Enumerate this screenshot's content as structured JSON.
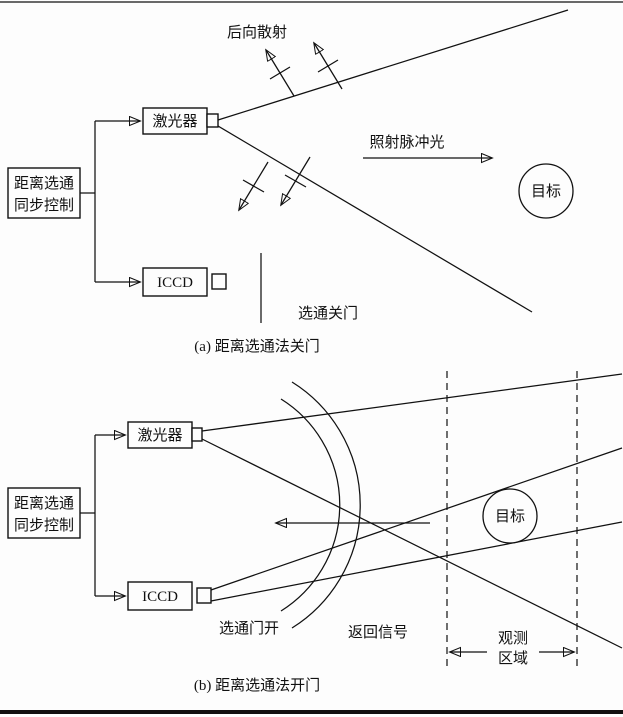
{
  "figure": {
    "colors": {
      "ink": "#111111",
      "paper": "#fdfdfd"
    },
    "part_a": {
      "backscatter": "后向散射",
      "laser": "激光器",
      "control_line1": "距离选通",
      "control_line2": "同步控制",
      "iccd": "ICCD",
      "pulse": "照射脉冲光",
      "target": "目标",
      "gate": "选通关门",
      "caption": "(a) 距离选通法关门"
    },
    "part_b": {
      "laser": "激光器",
      "control_line1": "距离选通",
      "control_line2": "同步控制",
      "iccd": "ICCD",
      "target": "目标",
      "gate": "选通门开",
      "return_signal": "返回信号",
      "zone_line1": "观测",
      "zone_line2": "区域",
      "caption": "(b) 距离选通法开门"
    }
  }
}
